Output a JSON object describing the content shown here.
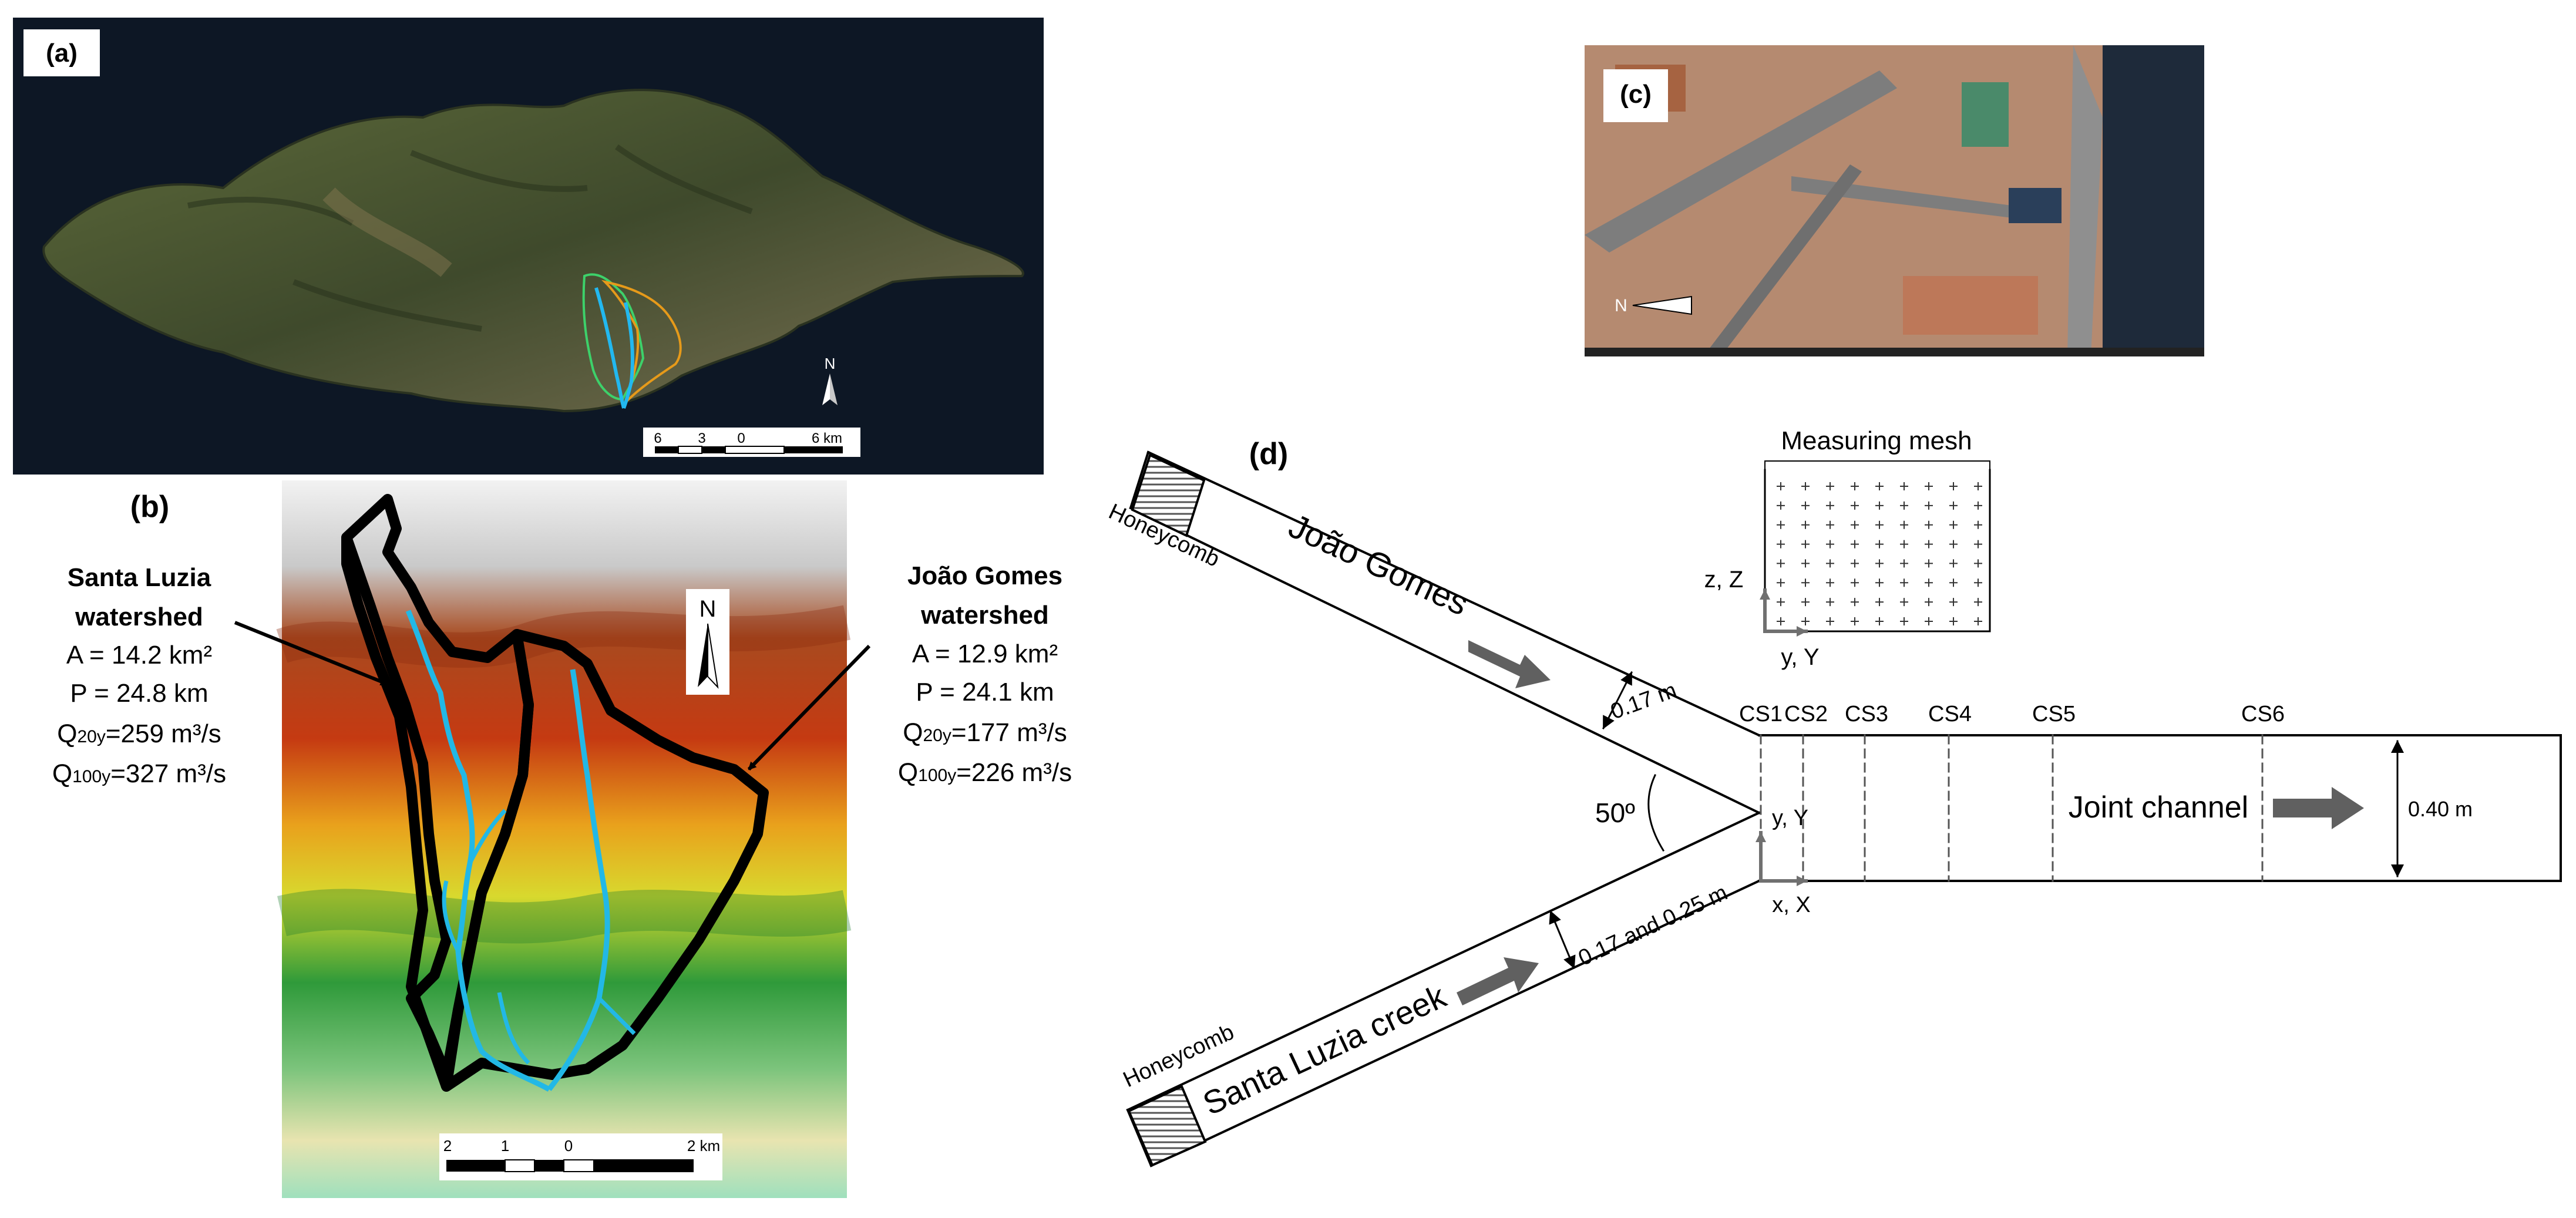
{
  "panel_a": {
    "tag": "(a)",
    "scale_labels": [
      "6",
      "3",
      "0",
      "6 km"
    ],
    "north": "N"
  },
  "panel_b": {
    "tag": "(b)",
    "scale_labels": [
      "2",
      "1",
      "0",
      "2 km"
    ],
    "north": "N",
    "santa_luzia": {
      "name_line1": "Santa Luzia",
      "name_line2": "watershed",
      "area": "A = 14.2 km²",
      "perimeter": "P = 24.8 km",
      "q20_sym": "Q",
      "q20_sub": "20y",
      "q20_val": "=259 m³/s",
      "q100_sym": "Q",
      "q100_sub": "100y",
      "q100_val": "=327 m³/s"
    },
    "joao_gomes": {
      "name_line1": "João Gomes",
      "name_line2": "watershed",
      "area": "A = 12.9 km²",
      "perimeter": "P = 24.1 km",
      "q20_sym": "Q",
      "q20_sub": "20y",
      "q20_val": "=177 m³/s",
      "q100_sym": "Q",
      "q100_sub": "100y",
      "q100_val": "=226 m³/s"
    }
  },
  "panel_c": {
    "tag": "(c)",
    "north": "N"
  },
  "panel_d": {
    "tag": "(d)",
    "mesh_title": "Measuring mesh",
    "mesh_axis_v": "z, Z",
    "mesh_axis_h": "y, Y",
    "honeycomb_top": "Honeycomb",
    "honeycomb_bottom": "Honeycomb",
    "branch_top": "João Gomes",
    "branch_bottom": "Santa Luzia creek",
    "width_top": "0.17 m",
    "width_bottom": "0.17 and 0.25  m",
    "angle": "50º",
    "origin_v": "y, Y",
    "origin_h": "x, X",
    "joint": "Joint channel",
    "joint_width": "0.40 m",
    "sections": [
      "CS1",
      "CS2",
      "CS3",
      "CS4",
      "CS5",
      "CS6"
    ]
  }
}
